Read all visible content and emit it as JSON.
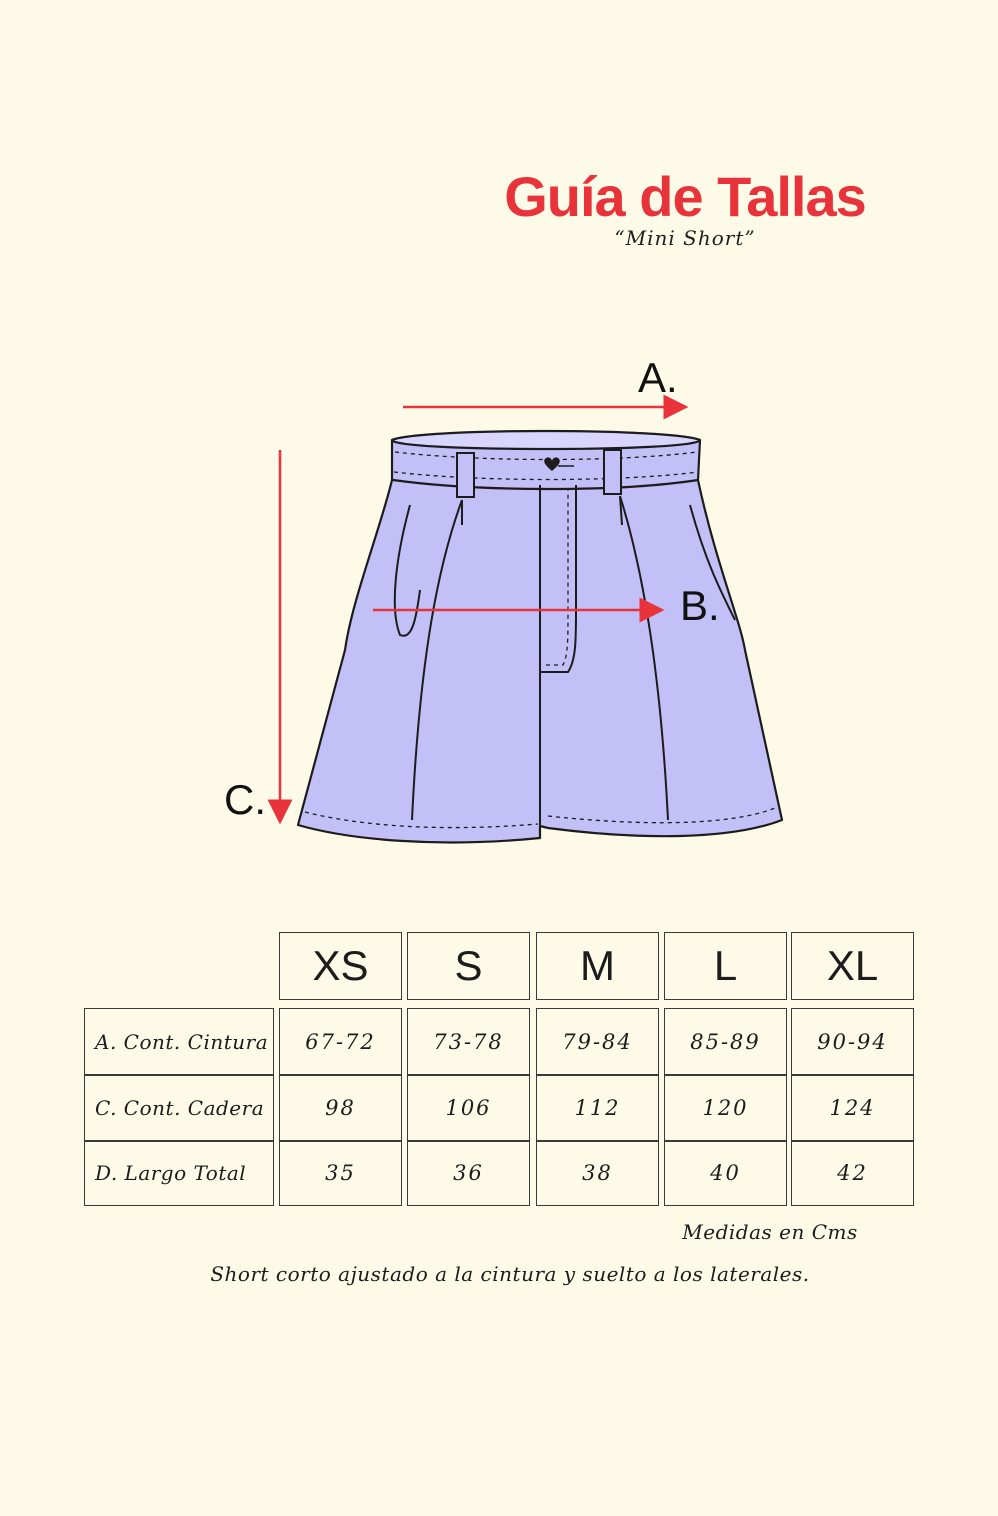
{
  "header": {
    "title": "Guía de Tallas",
    "subtitle": "“Mini Short”"
  },
  "diagram": {
    "label_a": "A.",
    "label_b": "B.",
    "label_c": "C."
  },
  "table": {
    "sizes": [
      "XS",
      "S",
      "M",
      "L",
      "XL"
    ],
    "rows": [
      {
        "label": "A. Cont. Cintura",
        "values": [
          "67-72",
          "73-78",
          "79-84",
          "85-89",
          "90-94"
        ]
      },
      {
        "label": "C. Cont. Cadera",
        "values": [
          "98",
          "106",
          "112",
          "120",
          "124"
        ]
      },
      {
        "label": "D. Largo Total",
        "values": [
          "35",
          "36",
          "38",
          "40",
          "42"
        ]
      }
    ]
  },
  "notes": {
    "units": "Medidas en Cms",
    "description": "Short corto ajustado a la cintura y suelto a los laterales."
  },
  "colors": {
    "background": "#fdfbe8",
    "accent_red": "#e8333b",
    "garment_fill": "#c3bff7",
    "outline": "#1c1c1c"
  }
}
